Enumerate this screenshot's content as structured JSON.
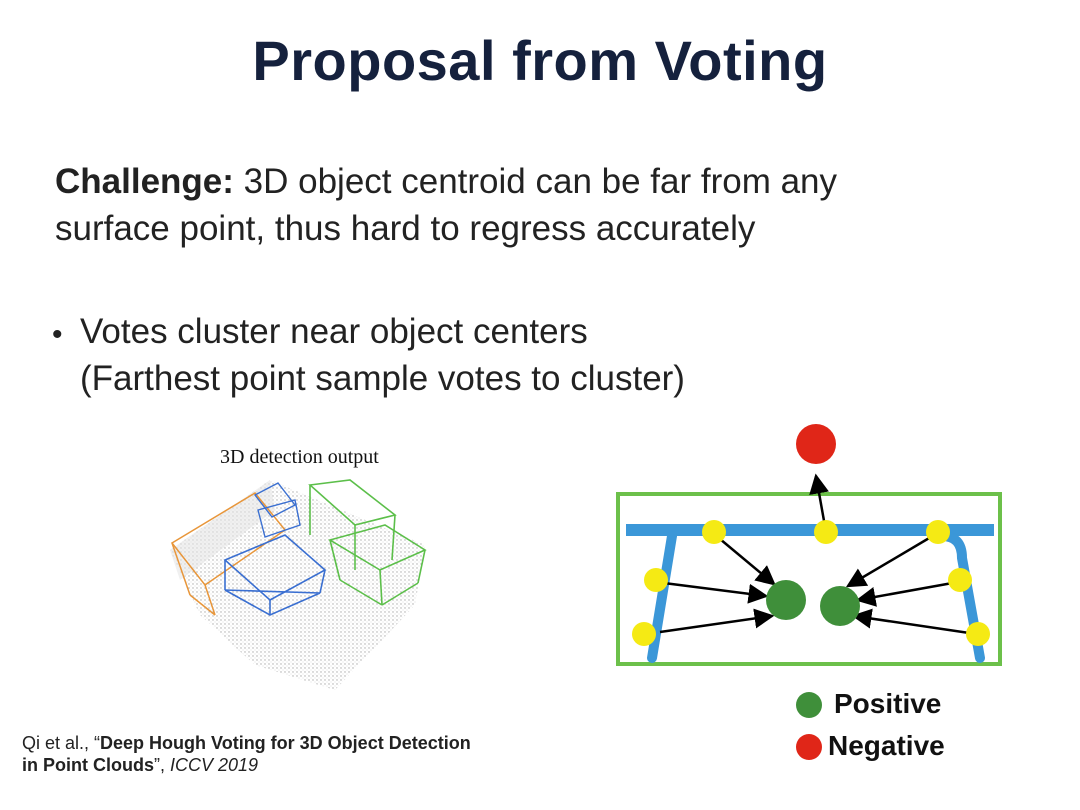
{
  "title": "Proposal from Voting",
  "challenge": {
    "label": "Challenge:",
    "line1": "3D object centroid can be far from any",
    "line2": "surface point, thus hard to regress accurately"
  },
  "bullet": {
    "marker": "•",
    "line1": "Votes cluster near object centers",
    "line2": "(Farthest point sample votes to cluster)"
  },
  "figure": {
    "caption": "3D detection output"
  },
  "legend": {
    "positive": {
      "label": "Positive",
      "color": "#3f8f3a"
    },
    "negative": {
      "label": "Negative",
      "color": "#e02618"
    }
  },
  "colors": {
    "title": "#15213d",
    "frame_green": "#6cc04a",
    "table_blue": "#3b97d8",
    "vote_yellow": "#f5ea14",
    "arrow": "#000000"
  },
  "citation": {
    "authors": "Qi et al., “",
    "title_part1": "Deep Hough Voting for 3D Object Detection",
    "title_part2": "in Point Clouds",
    "close_quote": "”, ",
    "venue": "ICCV 2019"
  }
}
